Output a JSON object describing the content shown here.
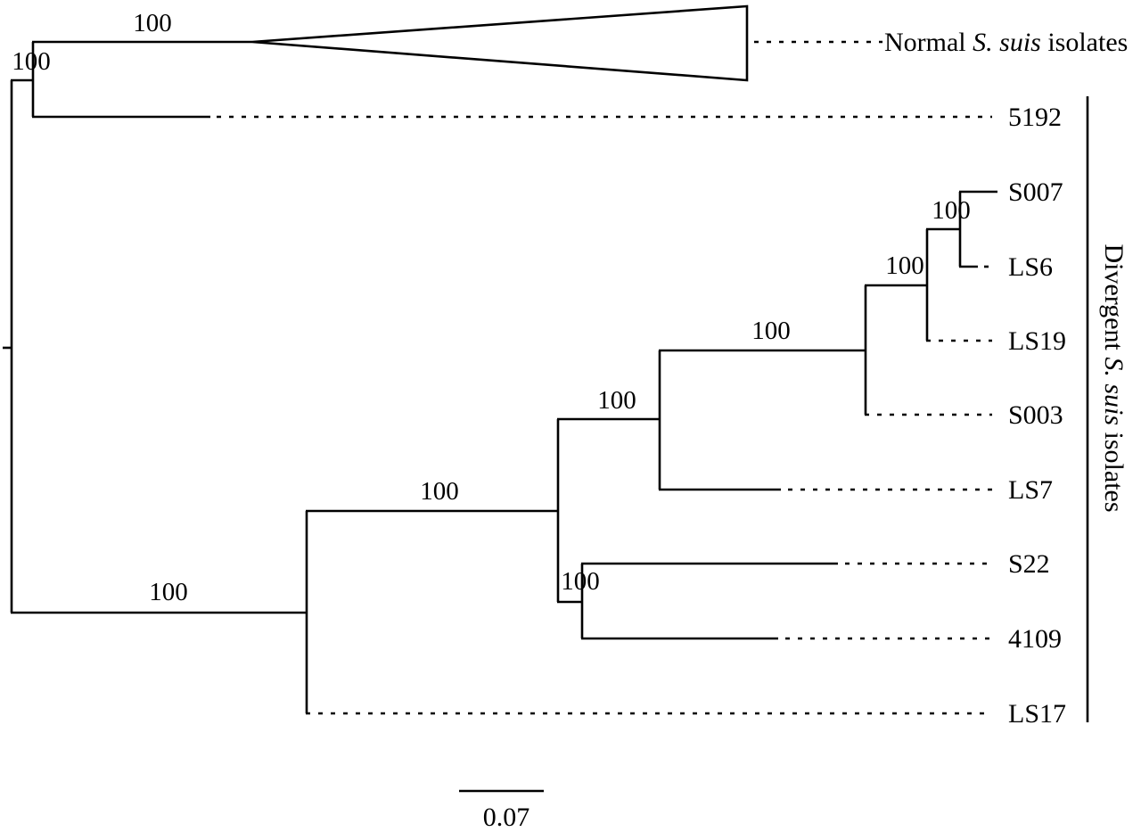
{
  "bootstrap_label": "100",
  "tips": {
    "normal": {
      "pre": "Normal ",
      "italic": "S. suis",
      "post": " isolates"
    },
    "t5192": "5192",
    "tS007": "S007",
    "tLS6": "LS6",
    "tLS19": "LS19",
    "tS003": "S003",
    "tLS7": "LS7",
    "tS22": "S22",
    "t4109": "4109",
    "tLS17": "LS17"
  },
  "clade_bracket": {
    "pre": "Divergent ",
    "italic": "S. suis",
    "post": " isolates"
  },
  "scale_bar": {
    "label": "0.07"
  }
}
